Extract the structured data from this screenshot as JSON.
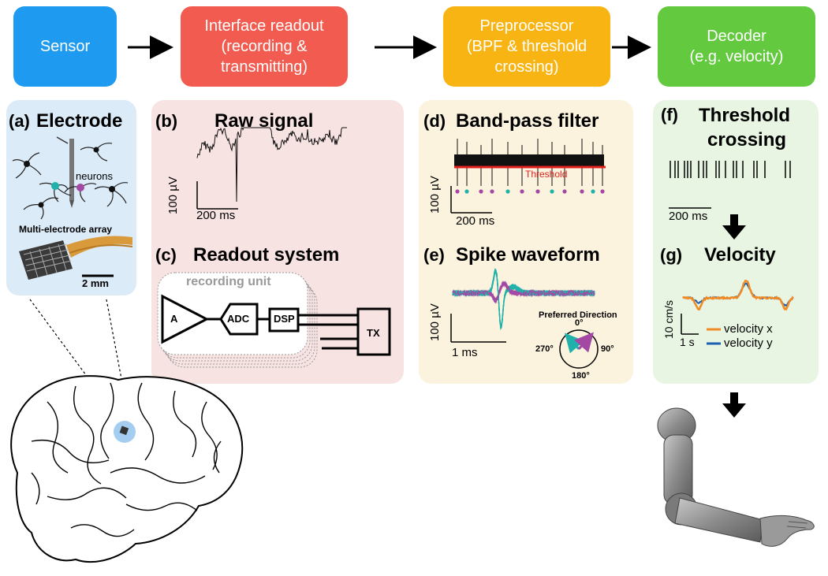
{
  "stages": [
    {
      "label": "Sensor",
      "color": "#1e9bf0"
    },
    {
      "label": "Interface readout (recording & transmitting)",
      "color": "#f25c50"
    },
    {
      "label": "Preprocessor (BPF & threshold crossing)",
      "color": "#f8b413"
    },
    {
      "label": "Decoder (e.g. velocity)",
      "color": "#63c93e"
    }
  ],
  "stage_lines": {
    "interface": [
      "Interface readout",
      "(recording &",
      "transmitting)"
    ],
    "preprocessor": [
      "Preprocessor",
      "(BPF & threshold",
      "crossing)"
    ],
    "decoder": [
      "Decoder",
      "(e.g. velocity)"
    ]
  },
  "panel_a": {
    "label": "(a)",
    "title": "Electrode",
    "neurons": "neurons",
    "array": "Multi-electrode array",
    "scale": "2 mm"
  },
  "panel_b": {
    "label": "(b)",
    "title": "Raw signal",
    "yscale": "100 µV",
    "xscale": "200 ms"
  },
  "panel_c": {
    "label": "(c)",
    "title": "Readout system",
    "unit": "recording unit",
    "a": "A",
    "adc": "ADC",
    "dsp": "DSP",
    "tx": "TX"
  },
  "panel_d": {
    "label": "(d)",
    "title": "Band-pass filter",
    "threshold": "Threshold",
    "yscale": "100 µV",
    "xscale": "200 ms"
  },
  "panel_e": {
    "label": "(e)",
    "title": "Spike waveform",
    "yscale": "100 µV",
    "xscale": "1 ms",
    "direction_title": "Preferred Direction",
    "deg0": "0°",
    "deg90": "90°",
    "deg180": "180°",
    "deg270": "270°"
  },
  "panel_f": {
    "label": "(f)",
    "title_line1": "Threshold",
    "title_line2": "crossing",
    "xscale": "200 ms"
  },
  "panel_g": {
    "label": "(g)",
    "title": "Velocity",
    "yscale": "10 cm/s",
    "xscale": "1 s"
  },
  "chart_data": {
    "type": "line",
    "title": "Velocity",
    "series": [
      {
        "name": "velocity x",
        "color": "#f08a24"
      },
      {
        "name": "velocity y",
        "color": "#1f5fb0"
      }
    ]
  }
}
